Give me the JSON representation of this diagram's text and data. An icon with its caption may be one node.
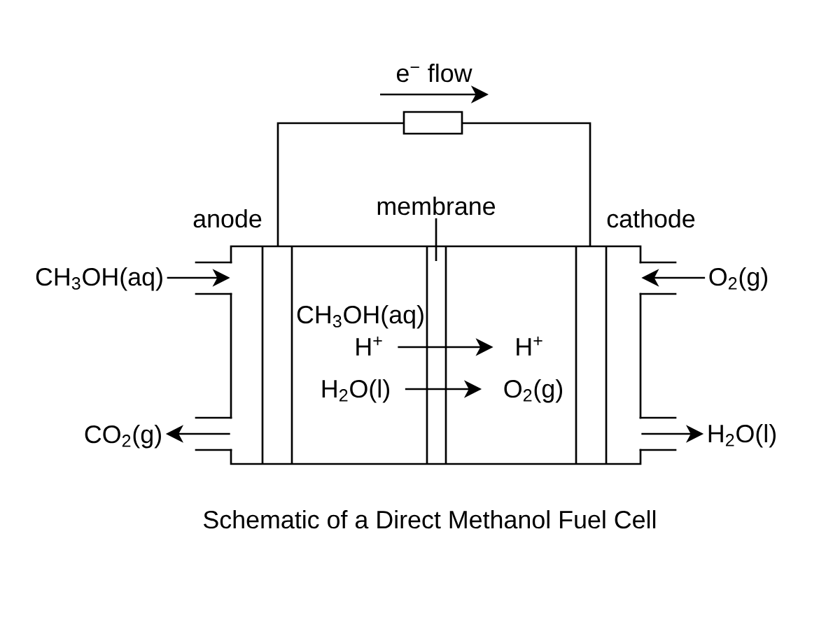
{
  "diagram": {
    "caption": "Schematic of a Direct Methanol Fuel Cell",
    "nodes": [
      {
        "text": [
          "membrane"
        ]
      },
      {
        "text": [
          "CH$_{3}$OH(aq)"
        ]
      },
      {
        "text": [
          "O$_{2}$(g)"
        ]
      },
      {
        "text": [],
        "shape": "box"
      },
      {
        "text": [
          "H$^{+}$"
        ],
        "in": 3
      },
      {
        "text": [
          "H$^{+}$"
        ],
        "in": 3
      },
      {
        "text": [
          "H$_{2}$O(l)"
        ],
        "in": 3
      },
      {
        "text": [
          "O$_{2}$(g)"
        ],
        "in": 3
      },
      {
        "text": [
          "CO$_{2}$(g)"
        ]
      },
      {
        "text": [
          "H$_{2}$O(l)"
        ]
      }
    ],
    "edges": [
      {
        "from": 1,
        "to": 3,
        "arrow": "to"
      },
      {
        "from": 3,
        "to": 8,
        "arrow": "to"
      },
      {
        "from": 2,
        "to": 3,
        "arrow": "to"
      },
      {
        "from": 3,
        "to": 9,
        "arrow": "to"
      },
      {
        "from": 4,
        "to": 5,
        "arrow": "to"
      },
      {
        "from": 6,
        "to": 7,
        "arrow": "to"
      },
      {
        "from": 0,
        "to": null,
        "arrow": "none"
      }
    ],
    "labels": [
      "e$^{−}$ flow",
      "anode",
      "cathode",
      "CH$_{3}$OH(aq)"
    ]
  }
}
